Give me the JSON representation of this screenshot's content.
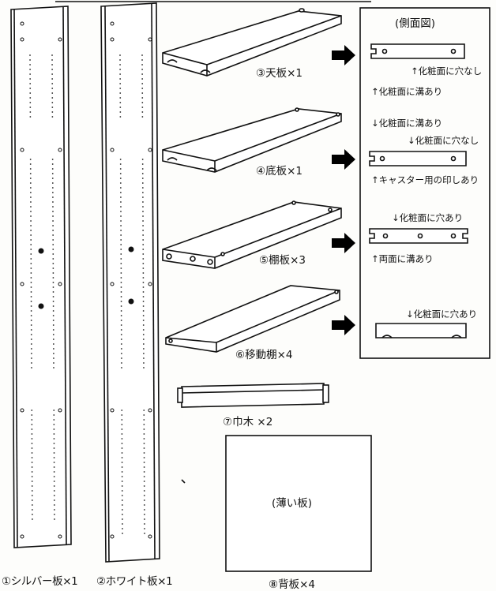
{
  "parts": {
    "silver_panel": "①シルバー板×1",
    "white_panel": "②ホワイト板×1",
    "top_board": "③天板×1",
    "bottom_board": "④底板×1",
    "shelf_board": "⑤棚板×3",
    "movable_shelf": "⑥移動棚×4",
    "baseboard": "⑦巾木 ×2",
    "back_board": "⑧背板×4"
  },
  "back_board_note": "(薄い板)",
  "side_view": {
    "title": "(側面図)",
    "notes": [
      "↑化粧面に穴なし",
      "↑化粧面に溝あり",
      "↓化粧面に溝あり",
      "↓化粧面に穴なし",
      "↑キャスター用の印しあり",
      "↓化粧面に穴あり",
      "↑両面に溝あり",
      "↓化粧面に穴あり"
    ]
  }
}
